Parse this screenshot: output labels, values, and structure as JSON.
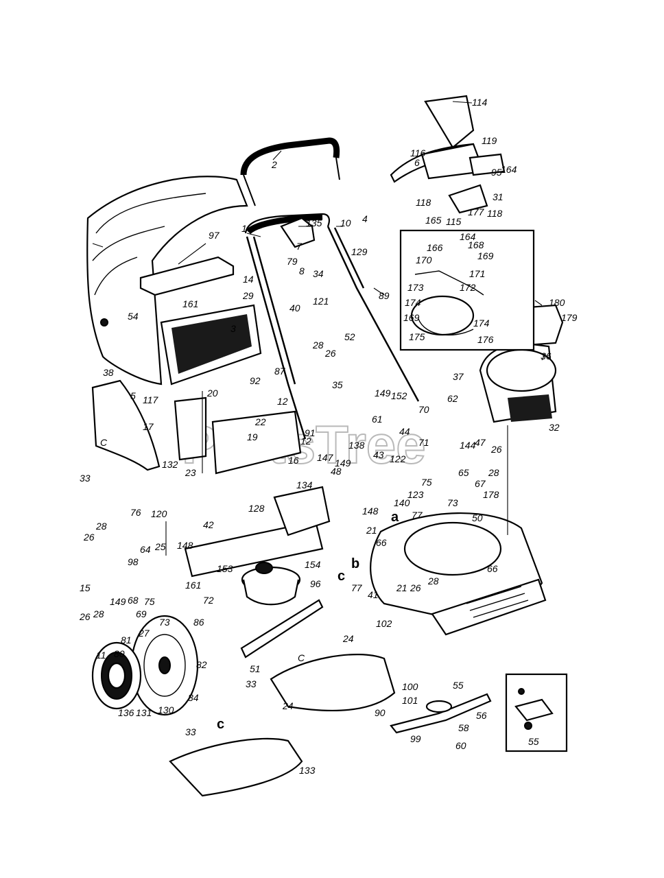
{
  "watermark": "PartsTree",
  "section_letters": {
    "a": "a",
    "b": "b",
    "c1": "c",
    "c2": "C",
    "c3": "C",
    "c4": "c"
  },
  "callouts": [
    "1",
    "2",
    "3",
    "4",
    "5",
    "6",
    "7",
    "8",
    "10",
    "11",
    "12",
    "14",
    "15",
    "16",
    "17",
    "19",
    "20",
    "21",
    "21b",
    "22",
    "23",
    "24",
    "24b",
    "25",
    "26",
    "26b",
    "26c",
    "26d",
    "27",
    "28",
    "28b",
    "28c",
    "28d",
    "28e",
    "29",
    "31",
    "32",
    "33",
    "33b",
    "33c",
    "34",
    "35",
    "36",
    "37",
    "38",
    "40",
    "41",
    "42",
    "43",
    "44",
    "47",
    "48",
    "50",
    "51",
    "52",
    "54",
    "55",
    "55b",
    "56",
    "58",
    "60",
    "61",
    "62",
    "64",
    "65",
    "66",
    "66b",
    "67",
    "68",
    "69",
    "70",
    "71",
    "72",
    "73",
    "73b",
    "75",
    "75b",
    "76",
    "77",
    "77b",
    "79",
    "80",
    "81",
    "82",
    "84",
    "86",
    "87",
    "89",
    "90",
    "91",
    "92",
    "95",
    "96",
    "97",
    "98",
    "99",
    "100",
    "101",
    "102",
    "114",
    "115",
    "116",
    "117",
    "118",
    "118b",
    "119",
    "120",
    "121",
    "122",
    "123",
    "128",
    "129",
    "130",
    "131",
    "132",
    "133",
    "134",
    "135",
    "136",
    "138",
    "140",
    "144",
    "147",
    "148",
    "148b",
    "149",
    "149b",
    "149c",
    "152",
    "153",
    "154",
    "161",
    "161b",
    "164",
    "164b",
    "165",
    "166",
    "168",
    "169",
    "169b",
    "170",
    "171",
    "172",
    "173",
    "174",
    "174b",
    "175",
    "176",
    "177",
    "178",
    "179",
    "180"
  ],
  "labels": {
    "1": "1",
    "2": "2",
    "3": "3",
    "4": "4",
    "5": "5",
    "6": "6",
    "7": "7",
    "8": "8",
    "10": "10",
    "11": "11",
    "12": "12",
    "14": "14",
    "15": "15",
    "16": "16",
    "17": "17",
    "19": "19",
    "20": "20",
    "21": "21",
    "21b": "21",
    "22": "22",
    "23": "23",
    "24": "24",
    "24b": "24",
    "25": "25",
    "26": "26",
    "26b": "26",
    "26c": "26",
    "26d": "26",
    "27": "27",
    "28": "28",
    "28b": "28",
    "28c": "28",
    "28d": "28",
    "28e": "28",
    "29": "29",
    "31": "31",
    "32": "32",
    "33": "33",
    "33b": "33",
    "33c": "33",
    "34": "34",
    "35": "35",
    "36": "36",
    "37": "37",
    "38": "38",
    "40": "40",
    "41": "41",
    "42": "42",
    "43": "43",
    "44": "44",
    "47": "47",
    "48": "48",
    "50": "50",
    "51": "51",
    "52": "52",
    "54": "54",
    "55": "55",
    "55b": "55",
    "56": "56",
    "58": "58",
    "60": "60",
    "61": "61",
    "62": "62",
    "64": "64",
    "65": "65",
    "66": "66",
    "66b": "66",
    "67": "67",
    "68": "68",
    "69": "69",
    "70": "70",
    "71": "71",
    "72": "72",
    "73": "73",
    "73b": "73",
    "75": "75",
    "75b": "75",
    "76": "76",
    "77": "77",
    "77b": "77",
    "79": "79",
    "80": "80",
    "81": "81",
    "82": "82",
    "84": "84",
    "86": "86",
    "87": "87",
    "89": "89",
    "90": "90",
    "91": "91",
    "92": "92",
    "95": "95",
    "96": "96",
    "97": "97",
    "98": "98",
    "99": "99",
    "100": "100",
    "101": "101",
    "102": "102",
    "114": "114",
    "115": "115",
    "116": "116",
    "117": "117",
    "118": "118",
    "118b": "118",
    "119": "119",
    "120": "120",
    "121": "121",
    "122": "122",
    "123": "123",
    "128": "128",
    "129": "129",
    "130": "130",
    "131": "131",
    "132": "132",
    "133": "133",
    "134": "134",
    "135": "135",
    "136": "136",
    "138": "138",
    "140": "140",
    "144": "144",
    "147": "147",
    "148": "148",
    "148b": "148",
    "149": "149",
    "149b": "149",
    "149c": "149",
    "152": "152",
    "153": "153",
    "154": "154",
    "161": "161",
    "161b": "161",
    "164": "164",
    "164b": "164",
    "165": "165",
    "166": "166",
    "168": "168",
    "169": "169",
    "169b": "169",
    "170": "170",
    "171": "171",
    "172": "172",
    "173": "173",
    "174": "174",
    "174b": "174",
    "175": "175",
    "176": "176",
    "177": "177",
    "178": "178",
    "179": "179",
    "180": "180"
  }
}
